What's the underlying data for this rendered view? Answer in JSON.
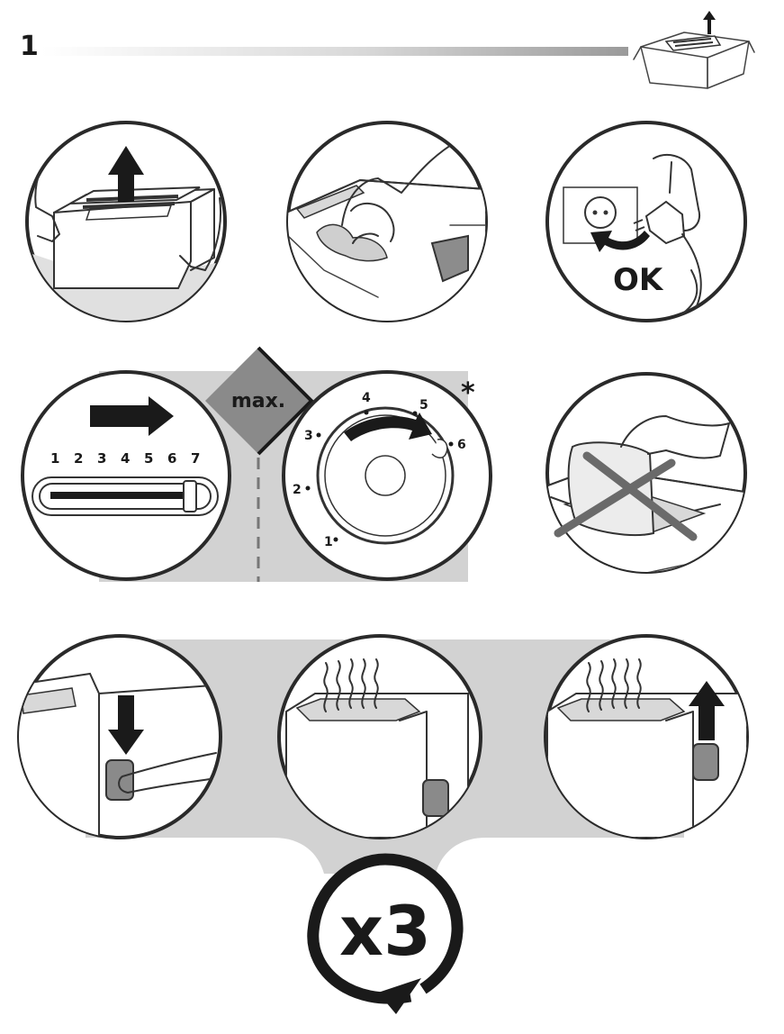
{
  "header": {
    "step_number": "1"
  },
  "step_ok_label": "OK",
  "browning": {
    "slider_scale": [
      "1",
      "2",
      "3",
      "4",
      "5",
      "6",
      "7"
    ],
    "max_label": "max.",
    "dial_scale": [
      "1",
      "2",
      "3",
      "4",
      "5",
      "6"
    ],
    "asterisk": "*"
  },
  "repeat_label": "x3",
  "colors": {
    "panel": "#d2d2d2",
    "ink": "#1a1a1a",
    "bar": "#9a9a9a"
  },
  "icons": [
    "unbox-icon",
    "lift-arrow-icon",
    "wipe-cloth-icon",
    "wall-socket-icon",
    "power-plug-icon",
    "no-paper-cross-icon",
    "press-down-arrow-icon",
    "heat-waves-icon",
    "pop-up-arrow-icon",
    "repeat-arrow-icon"
  ]
}
